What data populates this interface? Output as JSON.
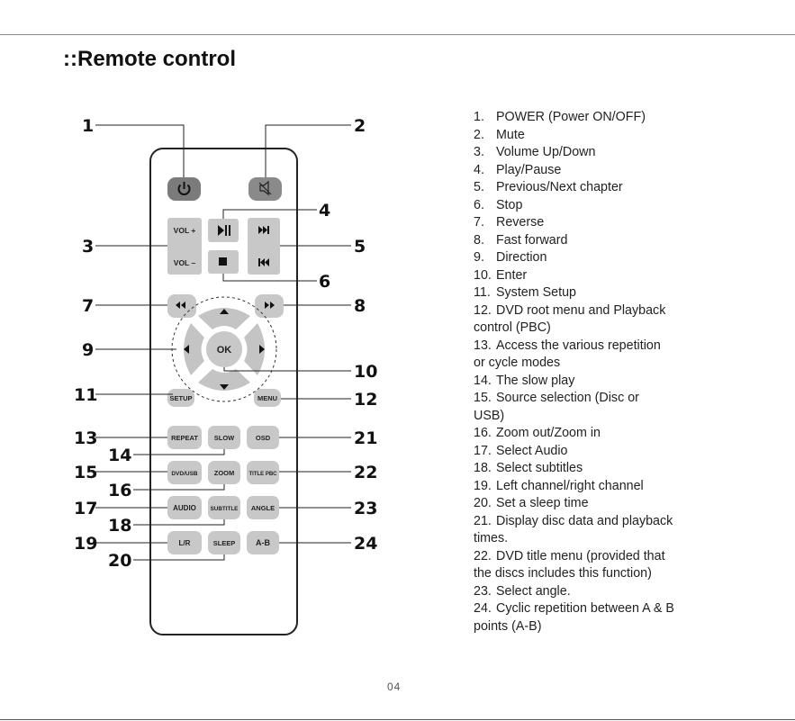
{
  "page": {
    "title": "::Remote control",
    "page_number": "04"
  },
  "legend": [
    {
      "num": "1.",
      "text": "POWER (Power ON/OFF)"
    },
    {
      "num": "2.",
      "text": "Mute"
    },
    {
      "num": "3.",
      "text": "Volume Up/Down"
    },
    {
      "num": "4.",
      "text": "Play/Pause"
    },
    {
      "num": "5.",
      "text": "Previous/Next chapter"
    },
    {
      "num": "6.",
      "text": "Stop"
    },
    {
      "num": "7.",
      "text": "Reverse"
    },
    {
      "num": "8.",
      "text": "Fast forward"
    },
    {
      "num": "9.",
      "text": "Direction"
    },
    {
      "num": "10.",
      "text": "Enter"
    },
    {
      "num": "11.",
      "text": "System Setup"
    },
    {
      "num": "12.",
      "text": "DVD root menu and Playback",
      "cont": "control (PBC)"
    },
    {
      "num": "13.",
      "text": "Access the various repetition",
      "cont": "or cycle modes"
    },
    {
      "num": "14.",
      "text": "The slow play"
    },
    {
      "num": "15.",
      "text": "Source selection (Disc or",
      "cont": "USB)"
    },
    {
      "num": "16.",
      "text": "Zoom out/Zoom in"
    },
    {
      "num": "17.",
      "text": "Select Audio"
    },
    {
      "num": "18.",
      "text": "Select subtitles"
    },
    {
      "num": "19.",
      "text": "Left channel/right channel"
    },
    {
      "num": "20.",
      "text": "Set a sleep time"
    },
    {
      "num": "21.",
      "text": "Display disc data and playback",
      "cont": "times."
    },
    {
      "num": "22.",
      "text": "DVD title menu (provided that",
      "cont": "the discs includes this function)"
    },
    {
      "num": "23.",
      "text": "Select angle."
    },
    {
      "num": "24.",
      "text": "Cyclic repetition between A & B",
      "cont": "points (A-B)"
    }
  ],
  "callouts": {
    "c1": "1",
    "c2": "2",
    "c3": "3",
    "c4": "4",
    "c5": "5",
    "c6": "6",
    "c7": "7",
    "c8": "8",
    "c9": "9",
    "c10": "10",
    "c11": "11",
    "c12": "12",
    "c13": "13",
    "c14": "14",
    "c15": "15",
    "c16": "16",
    "c17": "17",
    "c18": "18",
    "c19": "19",
    "c20": "20",
    "c21": "21",
    "c22": "22",
    "c23": "23",
    "c24": "24"
  },
  "buttons": {
    "vol_plus": "VOL +",
    "vol_minus": "VOL –",
    "ok": "OK",
    "setup": "SETUP",
    "menu": "MENU",
    "repeat": "REPEAT",
    "slow": "SLOW",
    "osd": "OSD",
    "dvd_usb": "DVD/USB",
    "zoom": "ZOOM",
    "title_pbc": "TITLE PBC",
    "audio": "AUDIO",
    "subtitle": "SUBTITLE",
    "angle": "ANGLE",
    "lr": "L/R",
    "sleep": "SLEEP",
    "ab": "A-B"
  },
  "colors": {
    "button_gray": "#c8c8c8",
    "dpad_gray": "#c4c4c4",
    "power_button": "#7b7b7b",
    "mute_button": "#8a8a8a",
    "outline": "#222222"
  },
  "icons": {
    "power": "power-icon",
    "mute": "mute-icon",
    "play_pause": "play-pause-icon",
    "stop": "stop-icon",
    "next": "next-chapter-icon",
    "prev": "previous-chapter-icon",
    "rewind": "rewind-icon",
    "fast_forward": "fast-forward-icon"
  }
}
